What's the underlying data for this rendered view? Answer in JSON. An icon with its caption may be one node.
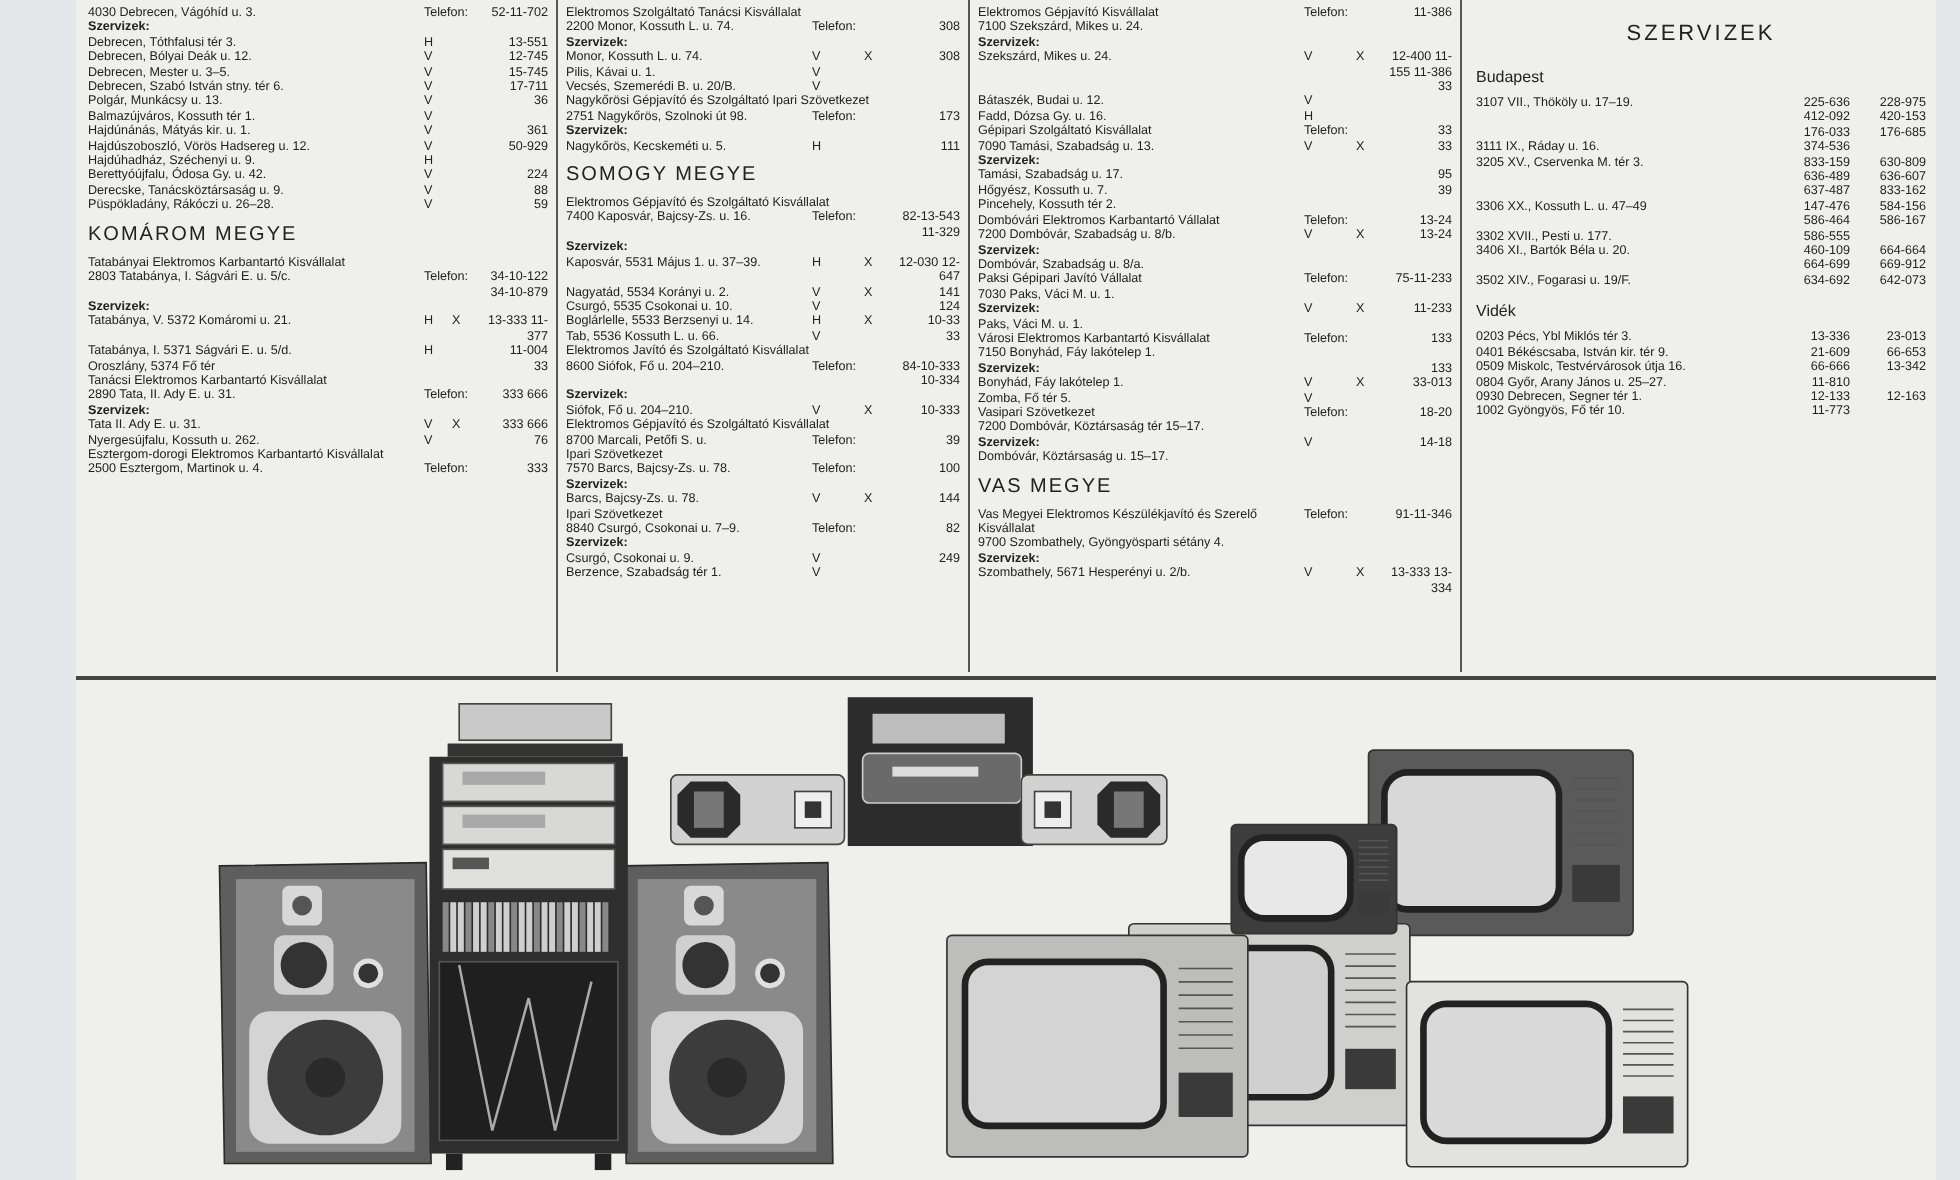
{
  "diagram": {
    "labels": [
      "4030 Debrecen, Vágóhíd u. 3.",
      "Telefon:",
      "52-11-702",
      "Szervizek:",
      "Debrecen, Tóthfalusi tér 3.",
      "H",
      "13-551",
      "Debrecen, Bólyai Deák u. 12.",
      "V",
      "12-745",
      "Debrecen, Mester u. 3–5.",
      "V",
      "15-745",
      "Debrecen, Szabó István stny. tér 6.",
      "V",
      "17-711",
      "Polgár, Munkácsy u. 13.",
      "V",
      "36",
      "Balmazújváros, Kossuth tér 1.",
      "V",
      "Hajdúnánás, Mátyás kir. u. 1.",
      "V",
      "361",
      "Hajdúszoboszló, Vörös Hadsereg u. 12.",
      "V",
      "50-929",
      "Hajdúhadház, Széchenyi u. 9.",
      "H",
      "Berettyóújfalu, Ódosa Gy. u. 42.",
      "V",
      "224",
      "Derecske, Tanácsköztársaság u. 9.",
      "V",
      "88",
      "Püspökladány, Rákóczi u. 26–28.",
      "V",
      "59",
      "KOMÁROM MEGYE",
      "Tatabányai Elektromos Karbantartó Kisvállalat",
      "2803 Tatabánya, I. Ságvári E. u. 5/c.",
      "Telefon:",
      "34-10-122 34-10-879",
      "Szervizek:",
      "Tatabánya, V. 5372 Komáromi u. 21.",
      "H",
      "X",
      "13-333 11-377",
      "Tatabánya, I. 5371 Ságvári E. u. 5/d.",
      "H",
      "11-004",
      "Oroszlány, 5374 Fő tér",
      "33",
      "Tanácsi Elektromos Karbantartó Kisvállalat",
      "2890 Tata, II. Ady E. u. 31.",
      "Telefon:",
      "333 666",
      "Szervizek:",
      "Tata II. Ady E. u. 31.",
      "V",
      "X",
      "333 666",
      "Nyergesújfalu, Kossuth u. 262.",
      "V",
      "76",
      "Esztergom-dorogi Elektromos Karbantartó Kisvállalat",
      "2500 Esztergom, Martinok u. 4.",
      "Telefon:",
      "333",
      "Elektromos Szolgáltató Tanácsi Kisvállalat",
      "2200 Monor, Kossuth L. u. 74.",
      "Telefon:",
      "308",
      "Szervizek:",
      "Monor, Kossuth L. u. 74.",
      "V",
      "X",
      "308",
      "Pilis, Kávai u. 1.",
      "V",
      "Vecsés, Szemerédi B. u. 20/B.",
      "V",
      "Nagykőrösi Gépjavító és Szolgáltató Ipari Szövetkezet",
      "2751 Nagykőrös, Szolnoki út 98.",
      "Telefon:",
      "173",
      "Szervizek:",
      "Nagykőrös, Kecskeméti u. 5.",
      "H",
      "111",
      "SOMOGY MEGYE",
      "Elektromos Gépjavító és Szolgáltató Kisvállalat",
      "7400 Kaposvár, Bajcsy-Zs. u. 16.",
      "Telefon:",
      "82-13-543 11-329",
      "Szervizek:",
      "Kaposvár, 5531 Május 1. u. 37–39.",
      "H",
      "X",
      "12-030 12-647",
      "Nagyatád, 5534 Korányi u. 2.",
      "V",
      "X",
      "141",
      "Csurgó, 5535 Csokonai u. 10.",
      "V",
      "124",
      "Boglárlelle, 5533 Berzsenyi u. 14.",
      "H",
      "X",
      "10-33",
      "Tab, 5536 Kossuth L. u. 66.",
      "V",
      "33",
      "Elektromos Javító és Szolgáltató Kisvállalat",
      "8600 Siófok, Fő u. 204–210.",
      "Telefon:",
      "84-10-333 10-334",
      "Szervizek:",
      "Siófok, Fő u. 204–210.",
      "V",
      "X",
      "10-333",
      "Elektromos Gépjavító és Szolgáltató Kisvállalat",
      "8700 Marcali, Petőfi S. u.",
      "Telefon:",
      "39",
      "Ipari Szövetkezet",
      "7570 Barcs, Bajcsy-Zs. u. 78.",
      "Telefon:",
      "100",
      "Szervizek:",
      "Barcs, Bajcsy-Zs. u. 78.",
      "V",
      "X",
      "144",
      "Ipari Szövetkezet",
      "8840 Csurgó, Csokonai u. 7–9.",
      "Telefon:",
      "82",
      "Szervizek:",
      "Csurgó, Csokonai u. 9.",
      "V",
      "249",
      "Berzence, Szabadság tér 1.",
      "V",
      "Elektromos Gépjavító Kisvállalat",
      "Telefon:",
      "11-386",
      "7100 Szekszárd, Mikes u. 24.",
      "Szervizek:",
      "Szekszárd, Mikes u. 24.",
      "V",
      "X",
      "12-400 11-155 11-386 33",
      "Bátaszék, Budai u. 12.",
      "V",
      "Fadd, Dózsa Gy. u. 16.",
      "H",
      "Gépipari Szolgáltató Kisvállalat",
      "Telefon:",
      "33",
      "7090 Tamási, Szabadság u. 13.",
      "V",
      "X",
      "33",
      "Szervizek:",
      "Tamási, Szabadság u. 17.",
      "95",
      "Hőgyész, Kossuth u. 7.",
      "39",
      "Pincehely, Kossuth tér 2.",
      "Dombóvári Elektromos Karbantartó Vállalat",
      "Telefon:",
      "13-24",
      "7200 Dombóvár, Szabadság u. 8/b.",
      "V",
      "X",
      "13-24",
      "Szervizek:",
      "Dombóvár, Szabadság u. 8/a.",
      "Paksi Gépipari Javító Vállalat",
      "Telefon:",
      "75-11-233",
      "7030 Paks, Váci M. u. 1.",
      "Szervizek:",
      "V",
      "X",
      "11-233",
      "Paks, Váci M. u. 1.",
      "Városi Elektromos Karbantartó Kisvállalat",
      "Telefon:",
      "133",
      "7150 Bonyhád, Fáy lakótelep 1.",
      "Szervizek:",
      "133",
      "Bonyhád, Fáy lakótelep 1.",
      "V",
      "X",
      "33-013",
      "Zomba, Fő tér 5.",
      "V",
      "Vasipari Szövetkezet",
      "Telefon:",
      "18-20",
      "7200 Dombóvár, Köztársaság tér 15–17.",
      "Szervizek:",
      "V",
      "14-18",
      "Dombóvár, Köztársaság u. 15–17.",
      "VAS MEGYE",
      "Vas Megyei Elektromos Készülékjavító és Szerelő Kisvállalat",
      "Telefon:",
      "91-11-346",
      "9700 Szombathely, Gyöngyösparti sétány 4.",
      "Szervizek:",
      "Szombathely, 5671 Hesperényi u. 2/b.",
      "V",
      "X",
      "13-333 13-334",
      "SZERVIZEK",
      "Budapest",
      "3107 VII., Thököly u. 17–19.",
      "225-636 412-092 176-033",
      "228-975 420-153 176-685",
      "3111 IX., Ráday u. 16.",
      "374-536",
      "3205 XV., Cservenka M. tér 3.",
      "833-159 636-489 637-487",
      "630-809 636-607 833-162",
      "3306 XX., Kossuth L. u. 47–49",
      "147-476 586-464",
      "584-156 586-167",
      "3302 XVII., Pesti u. 177.",
      "586-555",
      "3406 XI., Bartók Béla u. 20.",
      "460-109 664-699",
      "664-664 669-912",
      "3502 XIV., Fogarasi u. 19/F.",
      "634-692",
      "642-073",
      "Vidék",
      "0203 Pécs, Ybl Miklós tér 3.",
      "13-336",
      "23-013",
      "0401 Békéscsaba, István kir. tér 9.",
      "21-609",
      "66-653",
      "0509 Miskolc, Testvérvárosok útja 16.",
      "66-666",
      "13-342",
      "0804 Győr, Arany János u. 25–27.",
      "11-810",
      "0930 Debrecen, Segner tér 1.",
      "12-133",
      "12-163",
      "1002 Gyöngyös, Fő tér 10.",
      "11-773"
    ]
  }
}
